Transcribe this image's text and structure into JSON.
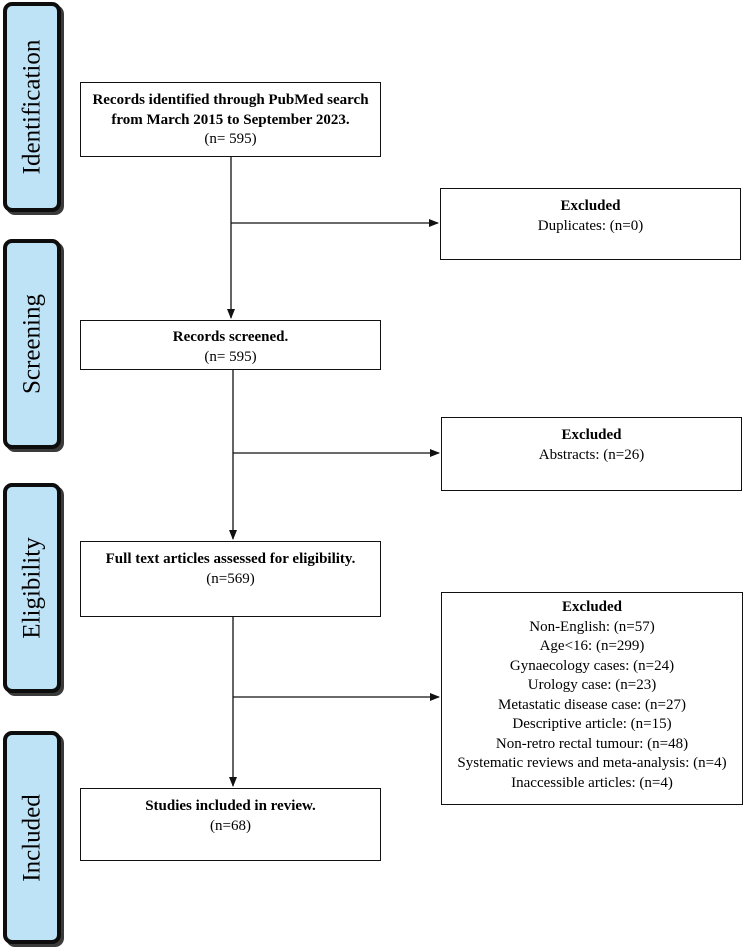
{
  "phases": {
    "identification": "Identification",
    "screening": "Screening",
    "eligibility": "Eligibility",
    "included": "Included"
  },
  "boxes": {
    "identified": {
      "line1": "Records identified through PubMed search",
      "line2": "from March 2015 to September 2023.",
      "count": "(n= 595)"
    },
    "screened": {
      "title": "Records screened.",
      "count": "(n= 595)"
    },
    "fulltext": {
      "title": "Full text articles assessed for eligibility.",
      "count": "(n=569)"
    },
    "included": {
      "title": "Studies included in review.",
      "count": "(n=68)"
    }
  },
  "exclusions": {
    "duplicates": {
      "title": "Excluded",
      "text": "Duplicates: (n=0)"
    },
    "abstracts": {
      "title": "Excluded",
      "text": "Abstracts: (n=26)"
    },
    "eligibility": {
      "title": "Excluded",
      "items": [
        "Non-English: (n=57)",
        "Age<16: (n=299)",
        "Gynaecology cases: (n=24)",
        "Urology case: (n=23)",
        "Metastatic disease case: (n=27)",
        "Descriptive article: (n=15)",
        "Non-retro rectal tumour: (n=48)",
        "Systematic reviews and meta-analysis: (n=4)",
        "Inaccessible articles: (n=4)"
      ]
    }
  },
  "colors": {
    "phase_fill": "#bfe3f6",
    "phase_border": "#0d0d0d",
    "line": "#111111"
  }
}
